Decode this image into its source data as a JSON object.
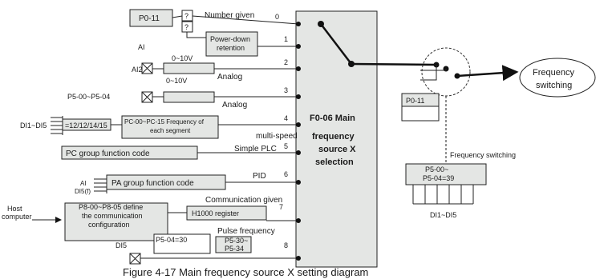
{
  "main_block": {
    "line1": "F0-06 Main",
    "line2": "frequency",
    "line3": "source X",
    "line4": "selection"
  },
  "param_top": "P0-11",
  "q1": "?",
  "q2": "?",
  "power_down": {
    "line1": "Power-down",
    "line2": "retention"
  },
  "label_ai": "AI",
  "label_ai2": "AI2",
  "v1": "0~10V",
  "v2": "0~10V",
  "p500_504": "P5-00~P5-04",
  "di1_di5_left": "DI1~DI5",
  "multi_box_value": "=12/12/14/15",
  "pc_box": {
    "line1": "PC-00~PC-15 Frequency of",
    "line2": "each segment"
  },
  "pc_group": "PC group function code",
  "pa_ai": "AI",
  "pa_di5f": "DI5(f)",
  "pa_group": "PA group function code",
  "host": {
    "line1": "Host",
    "line2": "computer"
  },
  "comm_cfg": {
    "line1": "P8-00~P8-05 define",
    "line2": "the communication",
    "line3": "configuration"
  },
  "h1000": "H1000 register",
  "di5": "DI5",
  "p504_30": "P5-04=30",
  "p530_534": {
    "line1": "P5-30~",
    "line2": "P5-34"
  },
  "channels": [
    {
      "num": "0",
      "label": "Number given"
    },
    {
      "num": "1",
      "label": ""
    },
    {
      "num": "2",
      "label": "Analog"
    },
    {
      "num": "3",
      "label": "Analog"
    },
    {
      "num": "4",
      "label": "multi-speed"
    },
    {
      "num": "5",
      "label": "Simple PLC"
    },
    {
      "num": "6",
      "label": "PID"
    },
    {
      "num": "7",
      "label": "Communication given"
    },
    {
      "num": "8",
      "label": "Pulse frequency"
    }
  ],
  "freq_switch_output": {
    "line1": "Frequency",
    "line2": "switching"
  },
  "param_right": "P0-11",
  "freq_switch_label": "Frequency switching",
  "right_block": {
    "line1": "P5-00~",
    "line2": "P5-04=39"
  },
  "di_right": "DI1~DI5",
  "caption": "Figure 4-17   Main frequency source X setting diagram",
  "colors": {
    "box_fill": "#e4e6e4",
    "line": "#222222"
  }
}
